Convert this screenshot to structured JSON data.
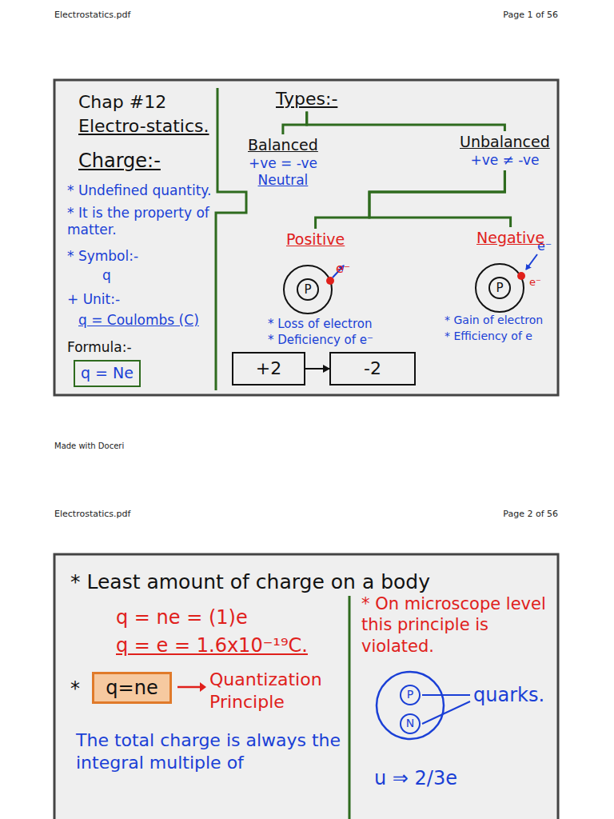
{
  "diagram": {
    "nodes": [
      {
        "text": [
          "q = Ne"
        ]
      },
      {
        "text": [
          "Types:-"
        ]
      },
      {
        "text": [
          "Balanced",
          "+ve = -ve",
          "Neutral"
        ]
      },
      {
        "text": [
          "Unbalanced",
          "+ve ≠ -ve"
        ]
      },
      {
        "text": [
          "Positive"
        ]
      },
      {
        "text": [
          "Negative"
        ]
      },
      {
        "text": [
          "P"
        ]
      },
      {
        "text": [
          "P"
        ]
      },
      {
        "text": [
          "+2"
        ]
      },
      {
        "text": [
          "-2"
        ]
      },
      {
        "text": [
          "q=ne"
        ]
      },
      {
        "text": [
          "P"
        ]
      },
      {
        "text": [
          "N"
        ]
      }
    ],
    "edges": [
      {
        "from": 1,
        "to": 2,
        "arrow": "none"
      },
      {
        "from": 1,
        "to": 3,
        "arrow": "none"
      },
      {
        "from": 3,
        "to": 4,
        "arrow": "none"
      },
      {
        "from": 3,
        "to": 5,
        "arrow": "none"
      },
      {
        "from": 8,
        "to": 9,
        "arrow": "to"
      }
    ],
    "labels": [
      "Electrostatics.pdf",
      "Page 1 of 56",
      "Chap #12",
      "Electro-statics.",
      "Charge:-",
      "* Undefined quantity.",
      "* It is the property of matter.",
      "* Symbol:-",
      "q",
      "+ Unit:-",
      "q = Coulombs (C)",
      "Formula:-",
      "e⁻",
      "e⁻",
      "e⁻",
      "* Loss of electron",
      "* Deficiency of e⁻",
      "* Gain of electron",
      "* Efficiency of e",
      "Made with Doceri",
      "Electrostatics.pdf",
      "Page 2 of 56",
      "* Least amount of charge on a body",
      "q = ne = (1)e",
      "q = e = 1.6x10⁻¹⁹C.",
      "*",
      "Quantization Principle",
      "The total charge is always the integral multiple of",
      "* On microscope level this principle is violated.",
      "quarks.",
      "u ⇒ 2/3e"
    ]
  }
}
